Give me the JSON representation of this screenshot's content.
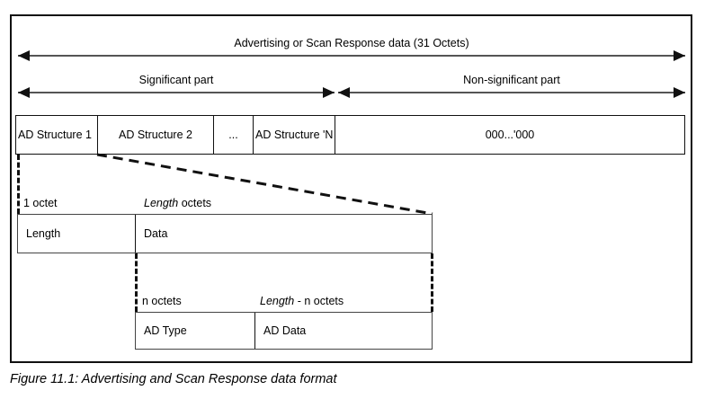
{
  "figure": {
    "caption": "Figure 11.1: Advertising and Scan Response data format",
    "colors": {
      "frame": "#111111",
      "arrow_shaft": "#555555",
      "arrow_head": "#111111",
      "table_border": "#111111",
      "dashed": "#111111",
      "text": "#000000",
      "background": "#ffffff"
    }
  },
  "dimensions": {
    "total": {
      "label": "Advertising or Scan Response data (31 Octets)"
    },
    "significant": {
      "label": "Significant part"
    },
    "non_significant": {
      "label": "Non-significant part"
    }
  },
  "structure_row": {
    "cells": [
      {
        "label": "AD Structure 1"
      },
      {
        "label": "AD Structure 2"
      },
      {
        "label": "..."
      },
      {
        "label": "AD Structure 'N"
      },
      {
        "label": "000...'000"
      }
    ]
  },
  "ad_structure_detail": {
    "size_labels": {
      "first_plain": "1 octet",
      "second_italic": "Length",
      "second_plain": " octets"
    },
    "cells": [
      {
        "label": "Length"
      },
      {
        "label": "Data"
      }
    ]
  },
  "ad_data_detail": {
    "size_labels": {
      "first_plain": "n octets",
      "second_italic": "Length",
      "second_plain": " - n octets"
    },
    "cells": [
      {
        "label": "AD Type"
      },
      {
        "label": "AD Data"
      }
    ]
  }
}
